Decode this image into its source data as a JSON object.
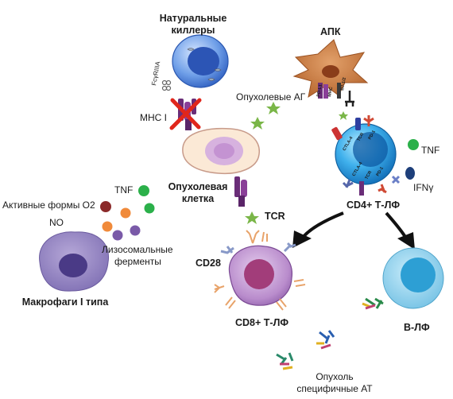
{
  "labels": {
    "nk_line1": "Натуральные",
    "nk_line2": "киллеры",
    "apc": "АПК",
    "tumor_ag": "Опухолевые АГ",
    "mhc1": "MHC I",
    "tumor_line1": "Опухолевая",
    "tumor_line2": "клетка",
    "tcr": "TCR",
    "cd28": "CD28",
    "cd4": "CD4+ Т-ЛФ",
    "cd8": "CD8+ Т-ЛФ",
    "tnf_right": "TNF",
    "ifn": "IFNγ",
    "tnf_left": "TNF",
    "ros": "Активные формы О2",
    "no": "NO",
    "lyso_line1": "Лизосомальные",
    "lyso_line2": "ферменты",
    "macro": "Макрофаги I типа",
    "bcell": "В-ЛФ",
    "ab_line1": "Опухоль",
    "ab_line2": "специфичные АТ",
    "fcgr": "FcγRIIIA",
    "apc_pd": "PD-L1",
    "apc_mhc": "MHC",
    "apc_b7": "B7-1/2",
    "cd4_tcr": "TCR",
    "cd4_pd1": "PD-1",
    "cd4_ctla": "CTLA-4",
    "cd4_ctla2": "CTLA-4",
    "cd4_tcr2": "TCR",
    "cd4_pd2": "PD-1"
  },
  "colors": {
    "nk_cell": "#2f6fd6",
    "apc_cell": "#c97a3c",
    "cd4_cell": "#1e8fd6",
    "cd8_cell": "#8a4fa0",
    "macrophage": "#8a78b8",
    "b_cell": "#7fc6e6",
    "tumor_cell": "#d9b8e0",
    "antigen": "#7ab648",
    "inhibit_cross": "#e0261b",
    "arrow": "#111111"
  },
  "icons": [
    "inhibit-cross-icon",
    "antigen-star-icon",
    "arrow-icon",
    "antibody-icon",
    "receptor-icon"
  ]
}
